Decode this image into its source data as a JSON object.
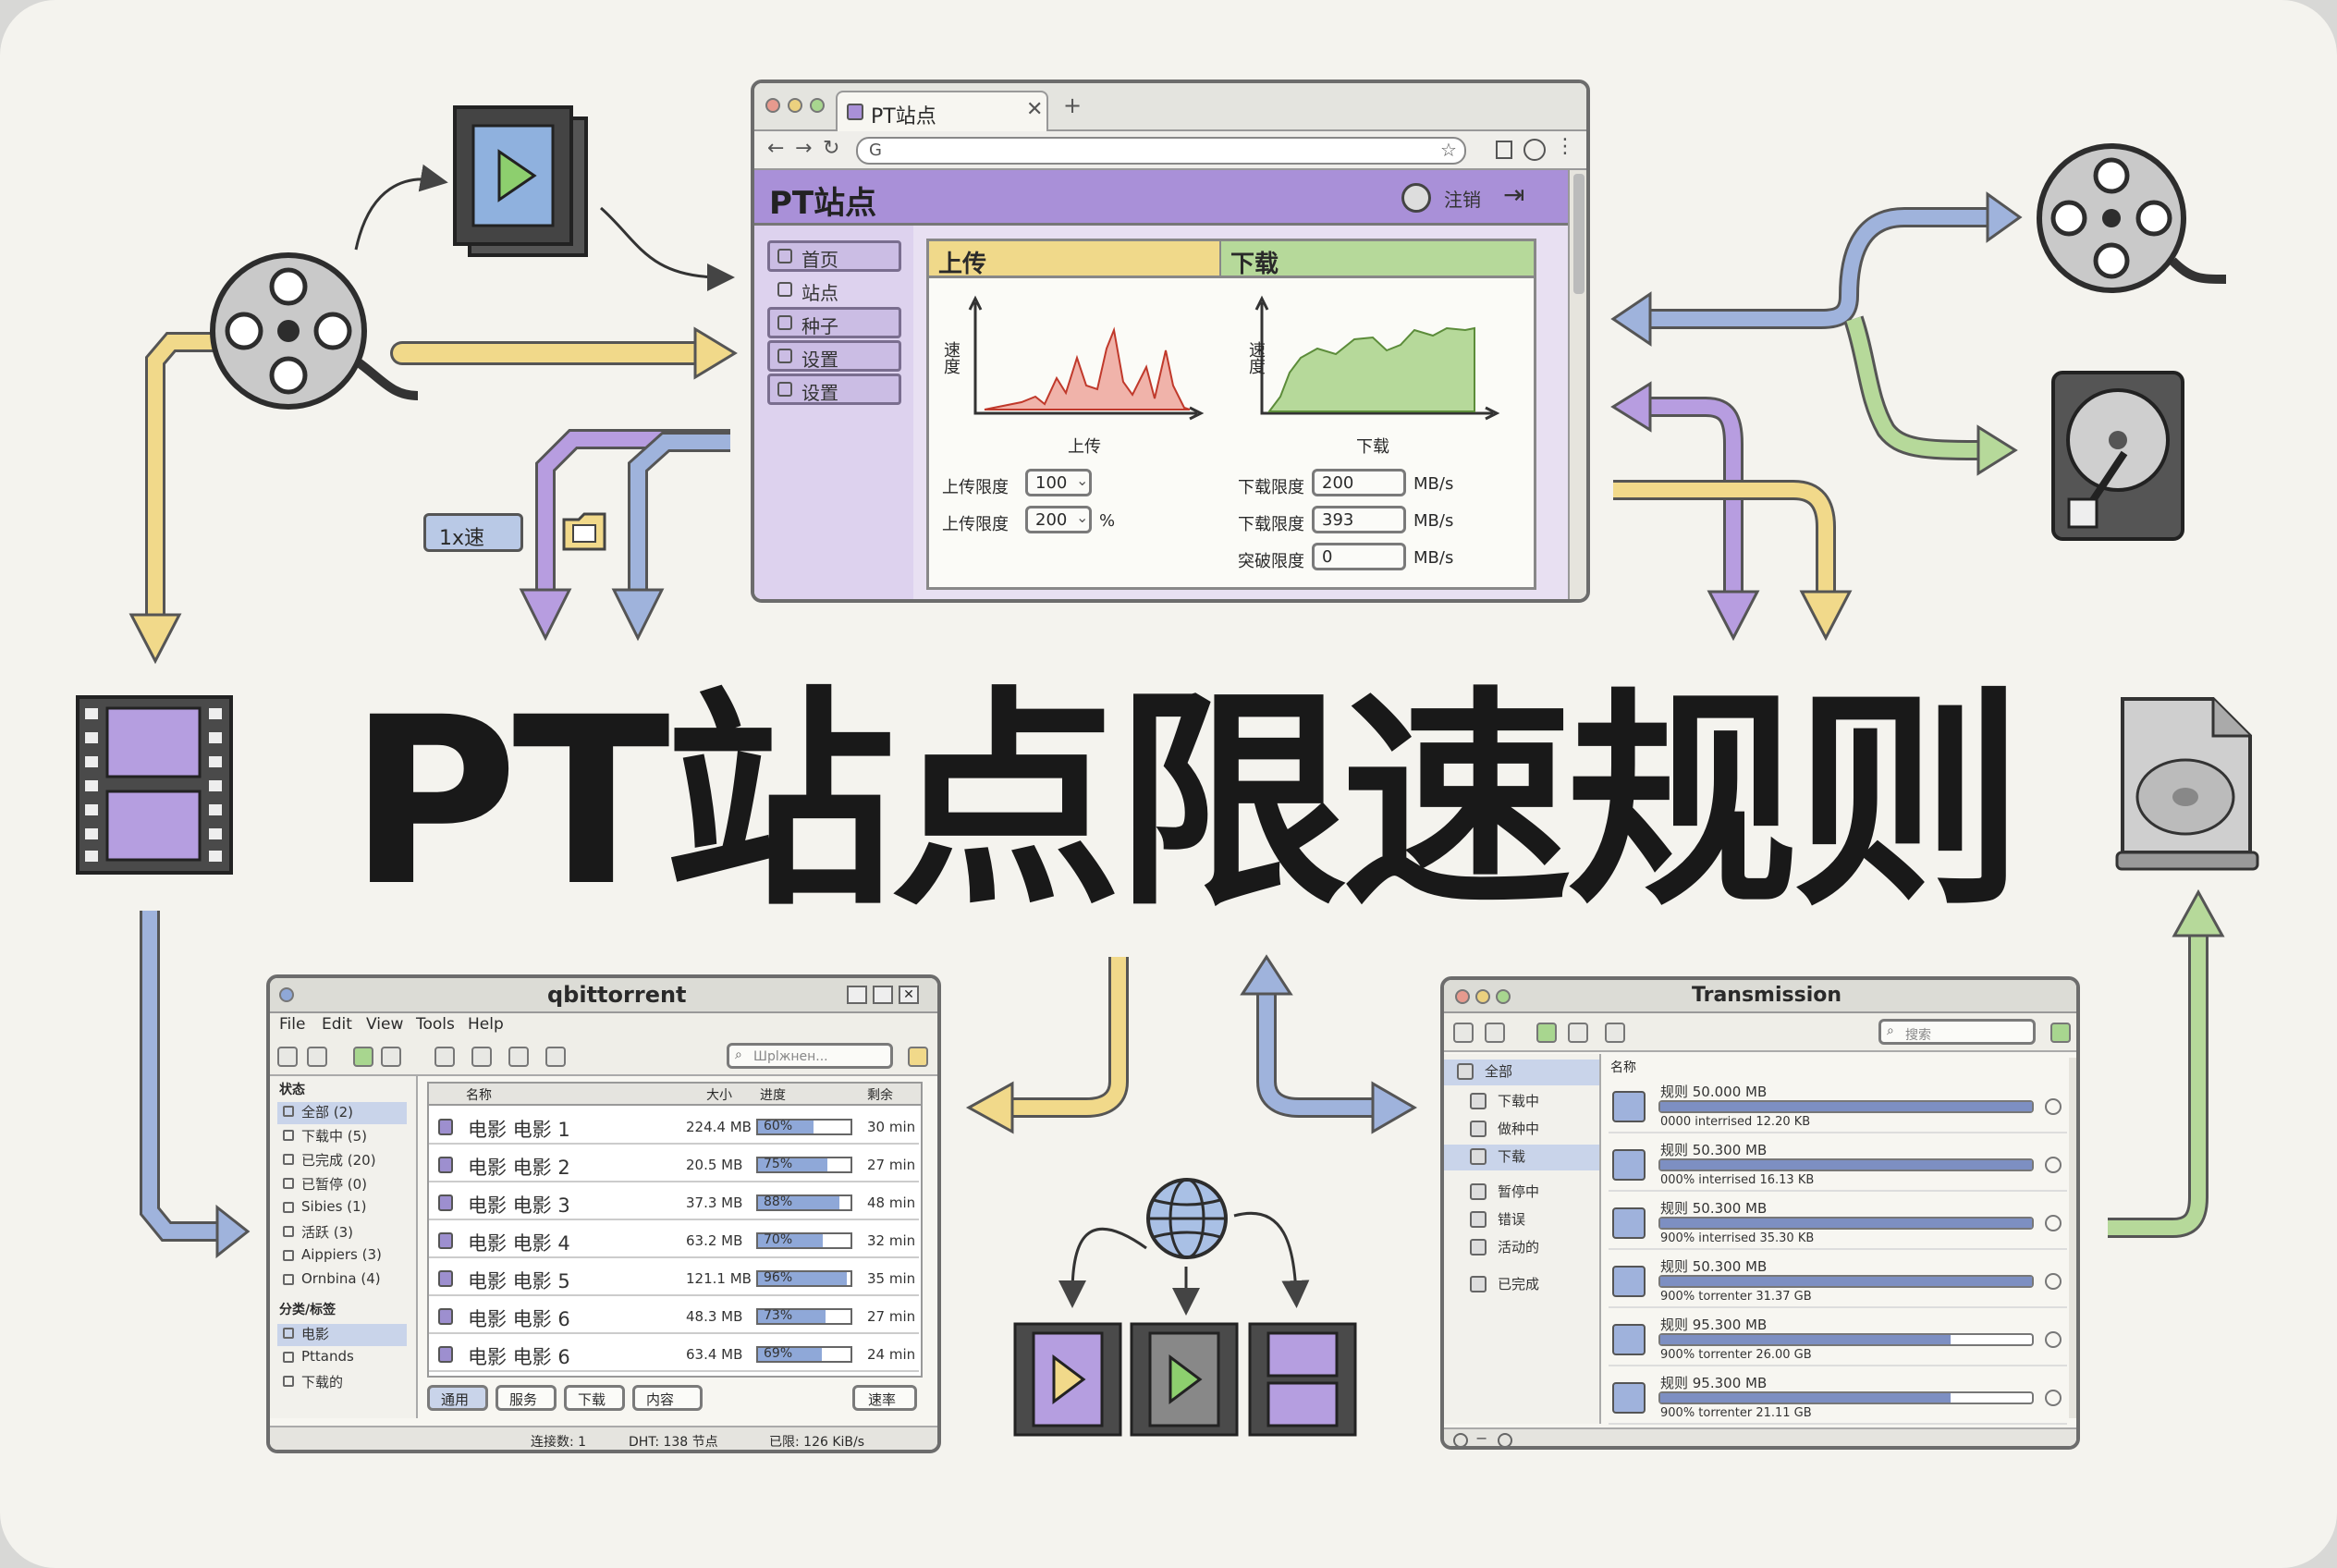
{
  "title": "PT站点限速规则",
  "browser": {
    "tab_label": "PT站点",
    "url": "G",
    "site_name": "PT站点",
    "user_label": "注销",
    "nav_items": [
      {
        "label": "首页",
        "icon": "home-icon"
      },
      {
        "label": "站点",
        "icon": "upload-icon"
      },
      {
        "label": "种子",
        "icon": "list-icon"
      },
      {
        "label": "设置",
        "icon": "chat-icon"
      },
      {
        "label": "设置",
        "icon": "gear-icon"
      }
    ],
    "upload_panel": {
      "header": "上传",
      "ylabel": "速度",
      "xlabel": "上传",
      "fields": [
        {
          "label": "上传限度",
          "value": "100",
          "unit": ""
        },
        {
          "label": "上传限度",
          "value": "200",
          "unit": "%"
        }
      ]
    },
    "download_panel": {
      "header": "下载",
      "ylabel": "速度",
      "xlabel": "下载",
      "fields": [
        {
          "label": "下载限度",
          "value": "200",
          "unit": "MB/s"
        },
        {
          "label": "下载限度",
          "value": "393",
          "unit": "MB/s"
        },
        {
          "label": "突破限度",
          "value": "0",
          "unit": "MB/s"
        }
      ]
    },
    "colors": {
      "accent": "#a990d8",
      "upload": "#f0d98a",
      "download": "#b6d99a"
    }
  },
  "side_labels": {
    "tag_button": "1x速",
    "folder_icon": "folder-icon"
  },
  "qbittorrent": {
    "title": "qbittorrent",
    "menu": [
      "File",
      "Edit",
      "View",
      "Tools",
      "Help"
    ],
    "search_placeholder": "Шplжнeн...",
    "sidebar_header": "状态",
    "sidebar_items": [
      "全部 (2)",
      "下载中 (5)",
      "已完成 (20)",
      "已暂停 (0)",
      "Sibies (1)",
      "活跃 (3)",
      "Aippiers (3)",
      "Ornbina (4)"
    ],
    "sidebar_section": "分类/标签",
    "sidebar_selected": "电影",
    "sidebar_extra": [
      "Pttands",
      "下载的"
    ],
    "columns": [
      "名称",
      "大小",
      "进度",
      "剩余"
    ],
    "rows": [
      {
        "name": "电影 电影 1",
        "size": "224.4 MB",
        "progress": 60,
        "progress_label": "60%",
        "eta": "30 min"
      },
      {
        "name": "电影 电影 2",
        "size": "20.5 MB",
        "progress": 75,
        "progress_label": "75%",
        "eta": "27 min"
      },
      {
        "name": "电影 电影 3",
        "size": "37.3 MB",
        "progress": 88,
        "progress_label": "88%",
        "eta": "48 min"
      },
      {
        "name": "电影 电影 4",
        "size": "63.2 MB",
        "progress": 70,
        "progress_label": "70%",
        "eta": "32 min"
      },
      {
        "name": "电影 电影 5",
        "size": "121.1 MB",
        "progress": 96,
        "progress_label": "96%",
        "eta": "35 min"
      },
      {
        "name": "电影 电影 6",
        "size": "48.3 MB",
        "progress": 73,
        "progress_label": "73%",
        "eta": "27 min"
      },
      {
        "name": "电影 电影 6",
        "size": "63.4 MB",
        "progress": 69,
        "progress_label": "69%",
        "eta": "24 min"
      }
    ],
    "bottom_tabs": [
      "通用",
      "服务",
      "下载",
      "内容"
    ],
    "bottom_right": "速率",
    "status": [
      "连接数: 1",
      "DHT: 138 节点",
      "已限: 126 KiB/s"
    ]
  },
  "transmission": {
    "title": "Transmission",
    "search_placeholder": "搜索",
    "sidebar_header": "全部",
    "sidebar_items": [
      "下载中",
      "做种中",
      "下载",
      "暂停中",
      "错误",
      "活动的"
    ],
    "sidebar_footer": "已完成",
    "column_header": "名称",
    "rows": [
      {
        "name": "规则 50.000 MB",
        "progress": 100,
        "detail": "0000 interrised 12.20 KB"
      },
      {
        "name": "规则 50.300 MB",
        "progress": 100,
        "detail": "000% interrised 16.13 KB"
      },
      {
        "name": "规则 50.300 MB",
        "progress": 100,
        "detail": "900% interrised 35.30 KB"
      },
      {
        "name": "规则 50.300 MB",
        "progress": 100,
        "detail": "900% torrenter 31.37 GB"
      },
      {
        "name": "规则 95.300 MB",
        "progress": 78,
        "detail": "900% torrenter 26.00 GB"
      },
      {
        "name": "规则 95.300 MB",
        "progress": 78,
        "detail": "900% torrenter 21.11 GB"
      }
    ]
  },
  "icons": [
    "film-reel-icon",
    "video-frame-icon",
    "film-strip-icon",
    "film-reel-icon",
    "hard-drive-icon",
    "file-disk-icon",
    "globe-icon",
    "video-play-icon"
  ]
}
